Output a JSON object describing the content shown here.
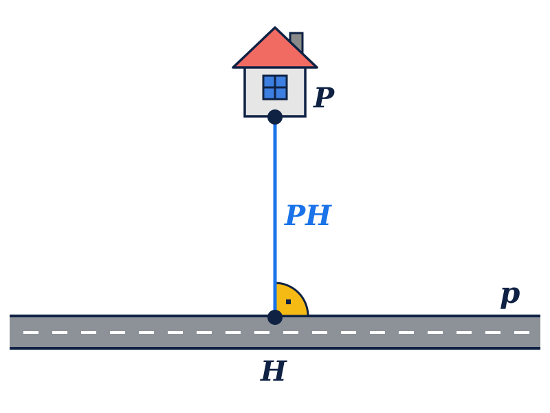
{
  "labels": {
    "point_p": "P",
    "point_h": "H",
    "segment": "PH",
    "line": "p"
  },
  "colors": {
    "navy": "#0f2244",
    "segment_blue": "#1a73e8",
    "roof": "#f26b63",
    "wall": "#e6e6e6",
    "chimney": "#8a8a8a",
    "window": "#3d7fe0",
    "road": "#8c9297",
    "right_angle": "#f5bb14"
  },
  "icons": {
    "house": "house-icon",
    "road": "road-icon"
  }
}
